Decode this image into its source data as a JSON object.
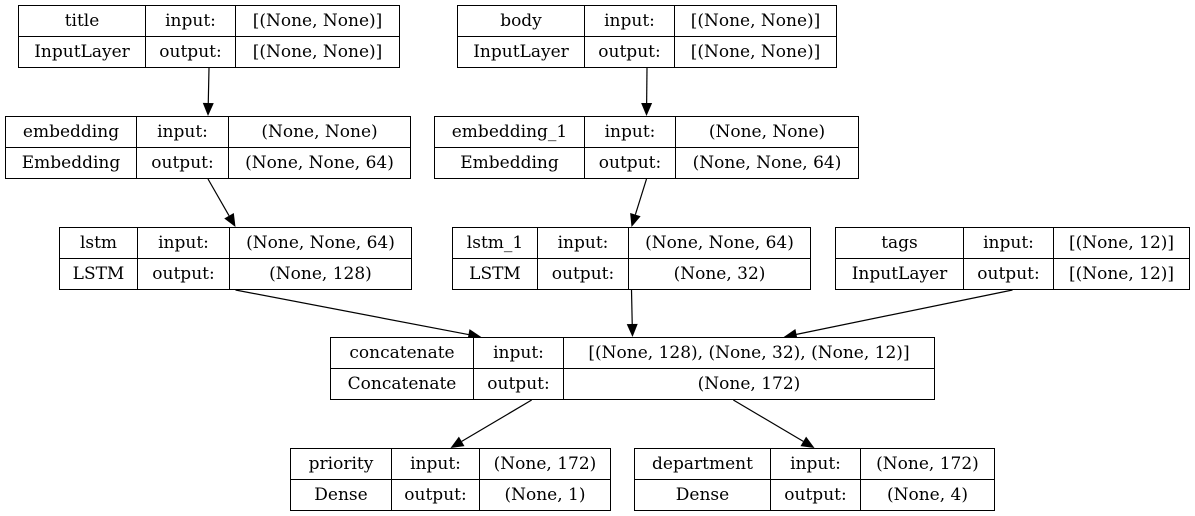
{
  "diagram": {
    "title": "",
    "nodes": [
      {
        "id": "title",
        "name": "title",
        "type": "InputLayer",
        "input_label": "input:",
        "output_label": "output:",
        "input": "[(None, None)]",
        "output": "[(None, None)]"
      },
      {
        "id": "body",
        "name": "body",
        "type": "InputLayer",
        "input_label": "input:",
        "output_label": "output:",
        "input": "[(None, None)]",
        "output": "[(None, None)]"
      },
      {
        "id": "embedding",
        "name": "embedding",
        "type": "Embedding",
        "input_label": "input:",
        "output_label": "output:",
        "input": "(None, None)",
        "output": "(None, None, 64)"
      },
      {
        "id": "embedding_1",
        "name": "embedding_1",
        "type": "Embedding",
        "input_label": "input:",
        "output_label": "output:",
        "input": "(None, None)",
        "output": "(None, None, 64)"
      },
      {
        "id": "lstm",
        "name": "lstm",
        "type": "LSTM",
        "input_label": "input:",
        "output_label": "output:",
        "input": "(None, None, 64)",
        "output": "(None, 128)"
      },
      {
        "id": "lstm_1",
        "name": "lstm_1",
        "type": "LSTM",
        "input_label": "input:",
        "output_label": "output:",
        "input": "(None, None, 64)",
        "output": "(None, 32)"
      },
      {
        "id": "tags",
        "name": "tags",
        "type": "InputLayer",
        "input_label": "input:",
        "output_label": "output:",
        "input": "[(None, 12)]",
        "output": "[(None, 12)]"
      },
      {
        "id": "concatenate",
        "name": "concatenate",
        "type": "Concatenate",
        "input_label": "input:",
        "output_label": "output:",
        "input": "[(None, 128), (None, 32), (None, 12)]",
        "output": "(None, 172)"
      },
      {
        "id": "priority",
        "name": "priority",
        "type": "Dense",
        "input_label": "input:",
        "output_label": "output:",
        "input": "(None, 172)",
        "output": "(None, 1)"
      },
      {
        "id": "department",
        "name": "department",
        "type": "Dense",
        "input_label": "input:",
        "output_label": "output:",
        "input": "(None, 172)",
        "output": "(None, 4)"
      }
    ],
    "edges": [
      {
        "from": "title",
        "to": "embedding"
      },
      {
        "from": "body",
        "to": "embedding_1"
      },
      {
        "from": "embedding",
        "to": "lstm"
      },
      {
        "from": "embedding_1",
        "to": "lstm_1"
      },
      {
        "from": "lstm",
        "to": "concatenate"
      },
      {
        "from": "lstm_1",
        "to": "concatenate"
      },
      {
        "from": "tags",
        "to": "concatenate"
      },
      {
        "from": "concatenate",
        "to": "priority"
      },
      {
        "from": "concatenate",
        "to": "department"
      }
    ]
  }
}
